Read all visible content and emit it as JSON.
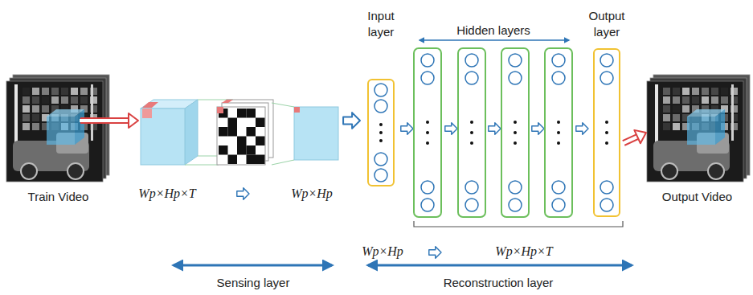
{
  "diagram": {
    "nodes": [
      {
        "text": [
          "Train Video"
        ]
      },
      {
        "text": [
          "Input layer"
        ]
      },
      {
        "text": [
          "Output layer"
        ]
      },
      {
        "text": [
          "Output Video"
        ]
      }
    ],
    "edges": [
      {
        "from": 2,
        "to": 3,
        "arrow": "to"
      }
    ],
    "labels": [
      "Wp×Hp×T",
      "Wp×Hp",
      "Hidden layers",
      "Wp×Hp",
      "Wp×Hp×T",
      "Sensing layer",
      "Reconstruction layer"
    ]
  }
}
